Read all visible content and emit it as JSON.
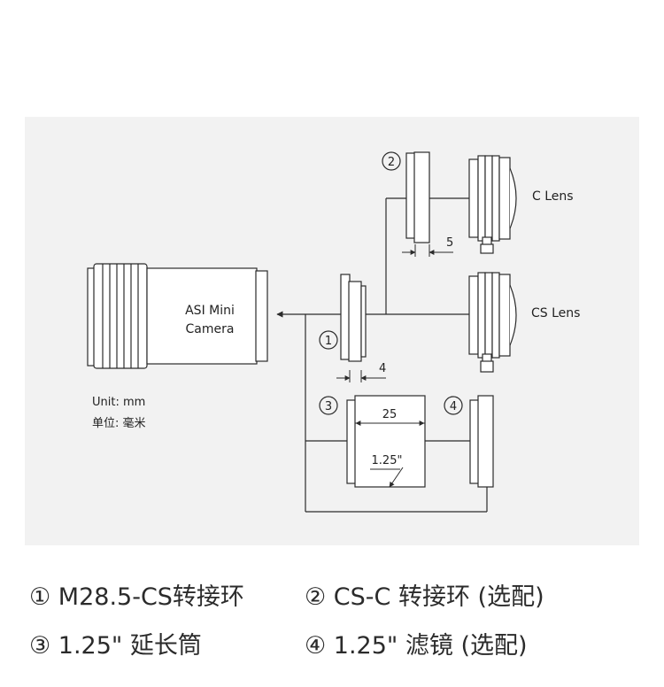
{
  "diagram": {
    "camera_label_line1": "ASI Mini",
    "camera_label_line2": "Camera",
    "unit_en": "Unit: mm",
    "unit_cn": "单位: 毫米",
    "c_lens_label": "C Lens",
    "cs_lens_label": "CS Lens",
    "marker_1": "①",
    "marker_2": "②",
    "marker_3": "③",
    "marker_4": "④",
    "dim_c_spacer": "5",
    "dim_cs_adapter": "4",
    "dim_tube_length": "25",
    "dim_tube_thread": "1.25\""
  },
  "legend": {
    "item1": "① M28.5-CS转接环",
    "item2": "② CS-C 转接环 (选配)",
    "item3": "③ 1.25\" 延长筒",
    "item4": "④ 1.25\" 滤镜 (选配)"
  },
  "colors": {
    "panel_bg": "#f2f2f2",
    "line": "#2b2b2b",
    "body_fill": "#ffffff"
  }
}
